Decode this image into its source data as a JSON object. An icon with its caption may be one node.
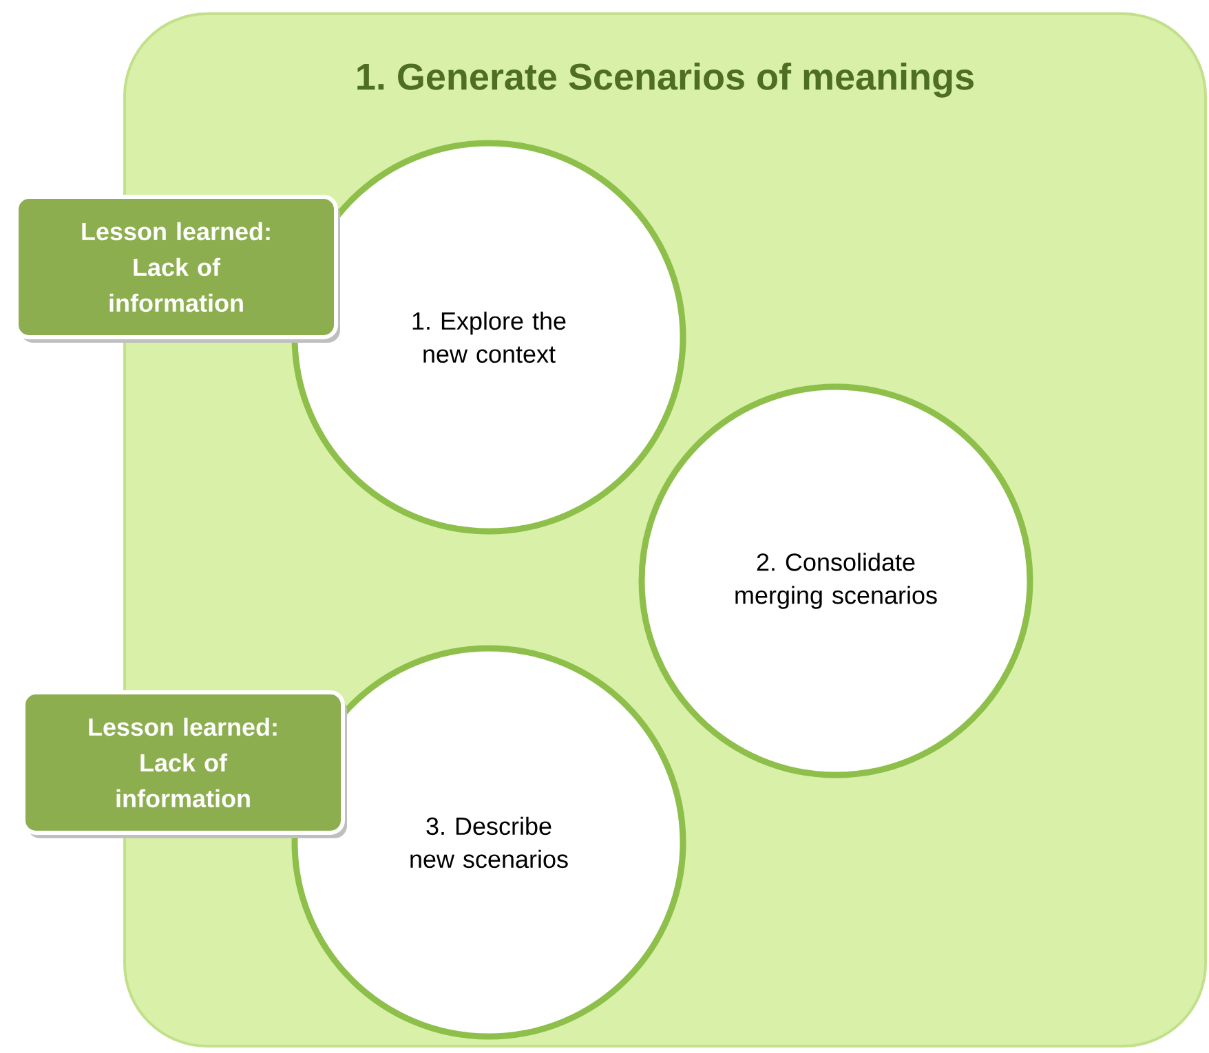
{
  "diagram": {
    "nodes": [
      {
        "text": [
          "1. Generate Scenarios of meanings"
        ]
      },
      {
        "text": [
          "1. Explore the new context"
        ],
        "in": 0
      },
      {
        "text": [
          "2. Consolidate merging scenarios"
        ],
        "in": 0
      },
      {
        "text": [
          "3. Describe new scenarios"
        ],
        "in": 0
      },
      {
        "text": [
          "Lesson learned: Lack of information"
        ]
      },
      {
        "text": [
          "Lesson learned: Lack of information"
        ]
      }
    ]
  }
}
